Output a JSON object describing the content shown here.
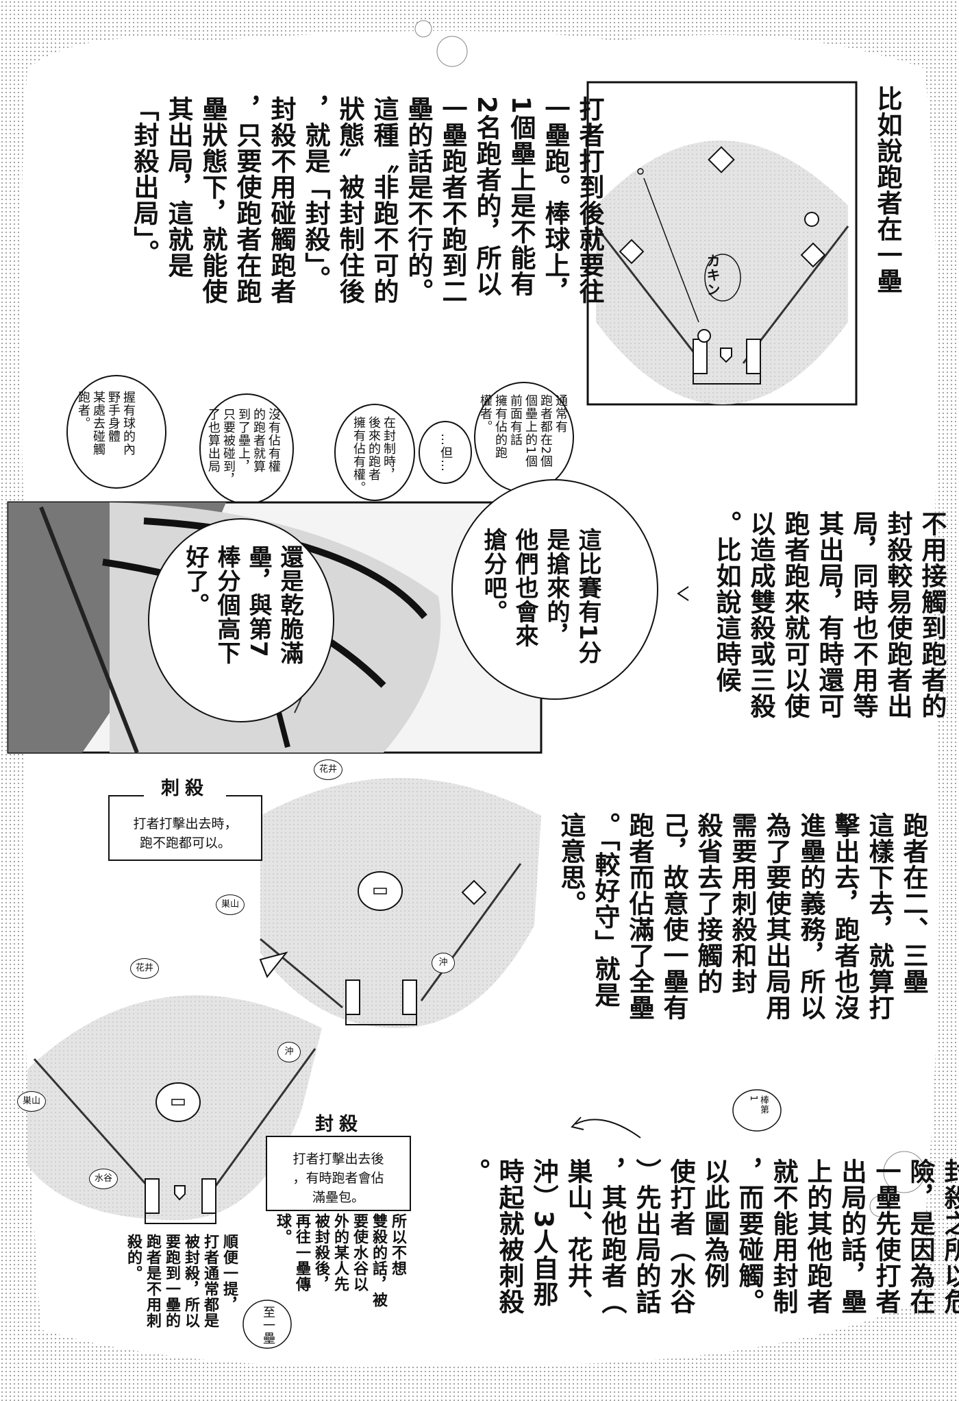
{
  "top_right_caption": "比如說跑者在一壘",
  "manga_sfx": "カキン",
  "main_text_1": "打者打到後就要往\n一壘跑。棒球上，\n1個壘上是不能有\n2名跑者的，所以\n一壘跑者不跑到二\n壘的話是不行的。\n這種〝非跑不可的\n狀態〞被封制住後\n，就是「封殺」。\n封殺不用碰觸跑者\n，只要使跑者在跑\n壘狀態下，就能使\n其出局，這就是\n「封殺出局」。",
  "bubbles": {
    "b1": "通常有\n跑者都在2個\n個壘上的1個\n前面有話\n擁有佔的跑\n權者。",
    "b2": "…但…",
    "b3": "在封制時，\n後來的跑者\n擁有佔有權。",
    "b4": "沒有佔有權\n的跑者就算\n到了壘上，\n只要被碰到，\n了也算出局",
    "b5": "握有球的內\n野手身體\n某處去碰觸\n跑者。"
  },
  "panel_speech_1": "這比賽有1分\n是搶來的，\n他們也會來\n搶分吧。",
  "panel_speech_2": "還是乾脆滿\n壘，與第7\n棒分個高下\n好了。",
  "right_text_2": "不用接觸到跑者的\n封殺較易使跑者出\n局，同時也不用等\n其出局，有時還可\n跑者跑來就可以使\n以造成雙殺或三殺\n。比如說這時候",
  "arrow_left_1": "←",
  "right_text_3": "跑者在二、三壘\n這樣下去，就算打\n擊出去，跑者也沒\n進壘的義務，所以\n為了要使其出局用\n需要用刺殺和封\n殺省去了接觸的\n己，故意使一壘有\n跑者而佔滿了全壘\n。「較好守」就是\n這意思。",
  "tagout_box": {
    "title": "刺殺",
    "text_line1": "打者打擊出去時，",
    "text_line2": "跑不跑都可以。"
  },
  "forceout_box": {
    "title": "封殺",
    "text_line1": "打者打擊出去後",
    "text_line2": "，有時跑者會佔",
    "text_line3": "滿壘包。"
  },
  "player_tags": {
    "hanai_1": "花井",
    "sugamo_1": "巣山",
    "oki_1": "沖",
    "hanai_2": "花井",
    "oki_2": "沖",
    "sugamo_2": "巣山",
    "mizutani": "水谷"
  },
  "bottom_text_1": "所以不想\n雙殺的話，被\n要使水谷以\n外的某人先\n被封殺後，\n再往一壘傳\n球。",
  "bottom_text_2": "順便一提，\n打者通常都是\n被封殺，所以\n要跑到一壘的\n跑者是不用刺\n殺的。",
  "bubble_bottom": "至一壘",
  "bottom_right_text": "封殺之所以危\n險，是因為在\n一壘先使打者\n出局的話，壘\n上的其他跑者\n就不能用封制\n，而要碰觸。\n以此圖為例\n使打者（水谷\n）先出局的話\n，其他跑者（\n巣山、花井、\n沖）3人自那\n時起就被刺殺\n。",
  "bubble_batter": "棒第\n1",
  "arrow_left_2": "←"
}
